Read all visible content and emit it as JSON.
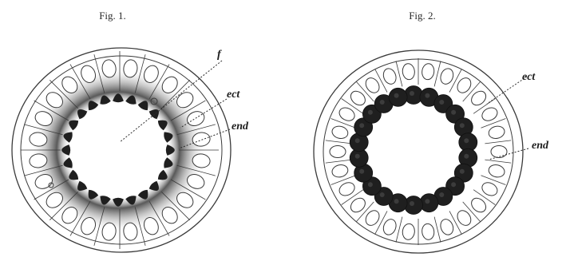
{
  "figures": [
    {
      "id": "fig1",
      "title": "Fig. 1.",
      "labels": {
        "f": "f",
        "ect": "ect",
        "end": "end"
      }
    },
    {
      "id": "fig2",
      "title": "Fig. 2.",
      "labels": {
        "ect": "ect",
        "end": "end"
      }
    }
  ],
  "colors": {
    "ink": "#3a3a3a",
    "dark_cells": "#1f1f1f",
    "stipple": "#555555"
  }
}
